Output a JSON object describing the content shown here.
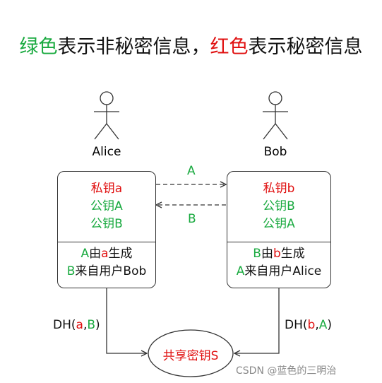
{
  "title": {
    "part1_green": "绿色",
    "part2": "表示非秘密信息，",
    "part3_red": "红色",
    "part4": "表示秘密信息"
  },
  "alice": {
    "name": "Alice",
    "private": "私钥a",
    "public_own": "公钥A",
    "public_other": "公钥B",
    "note1_a": "A",
    "note1_b": "由",
    "note1_c": "a",
    "note1_d": "生成",
    "note2_a": "B",
    "note2_b": "来自用户Bob"
  },
  "bob": {
    "name": "Bob",
    "private": "私钥b",
    "public_own": "公钥B",
    "public_other": "公钥A",
    "note1_a": "B",
    "note1_b": "由",
    "note1_c": "b",
    "note1_d": "生成",
    "note2_a": "A",
    "note2_b": "来自用户Alice"
  },
  "exchange": {
    "to_bob": "A",
    "to_alice": "B"
  },
  "dh_left": {
    "pre": "DH(",
    "a": "a",
    "comma": ",",
    "b": "B",
    "post": ")"
  },
  "dh_right": {
    "pre": "DH(",
    "a": "b",
    "comma": ",",
    "b": "A",
    "post": ")"
  },
  "shared": "共享密钥S",
  "watermark": "CSDN @蓝色的三明治",
  "colors": {
    "green": "#1aaa40",
    "red": "#e01010",
    "stroke": "#333333"
  }
}
